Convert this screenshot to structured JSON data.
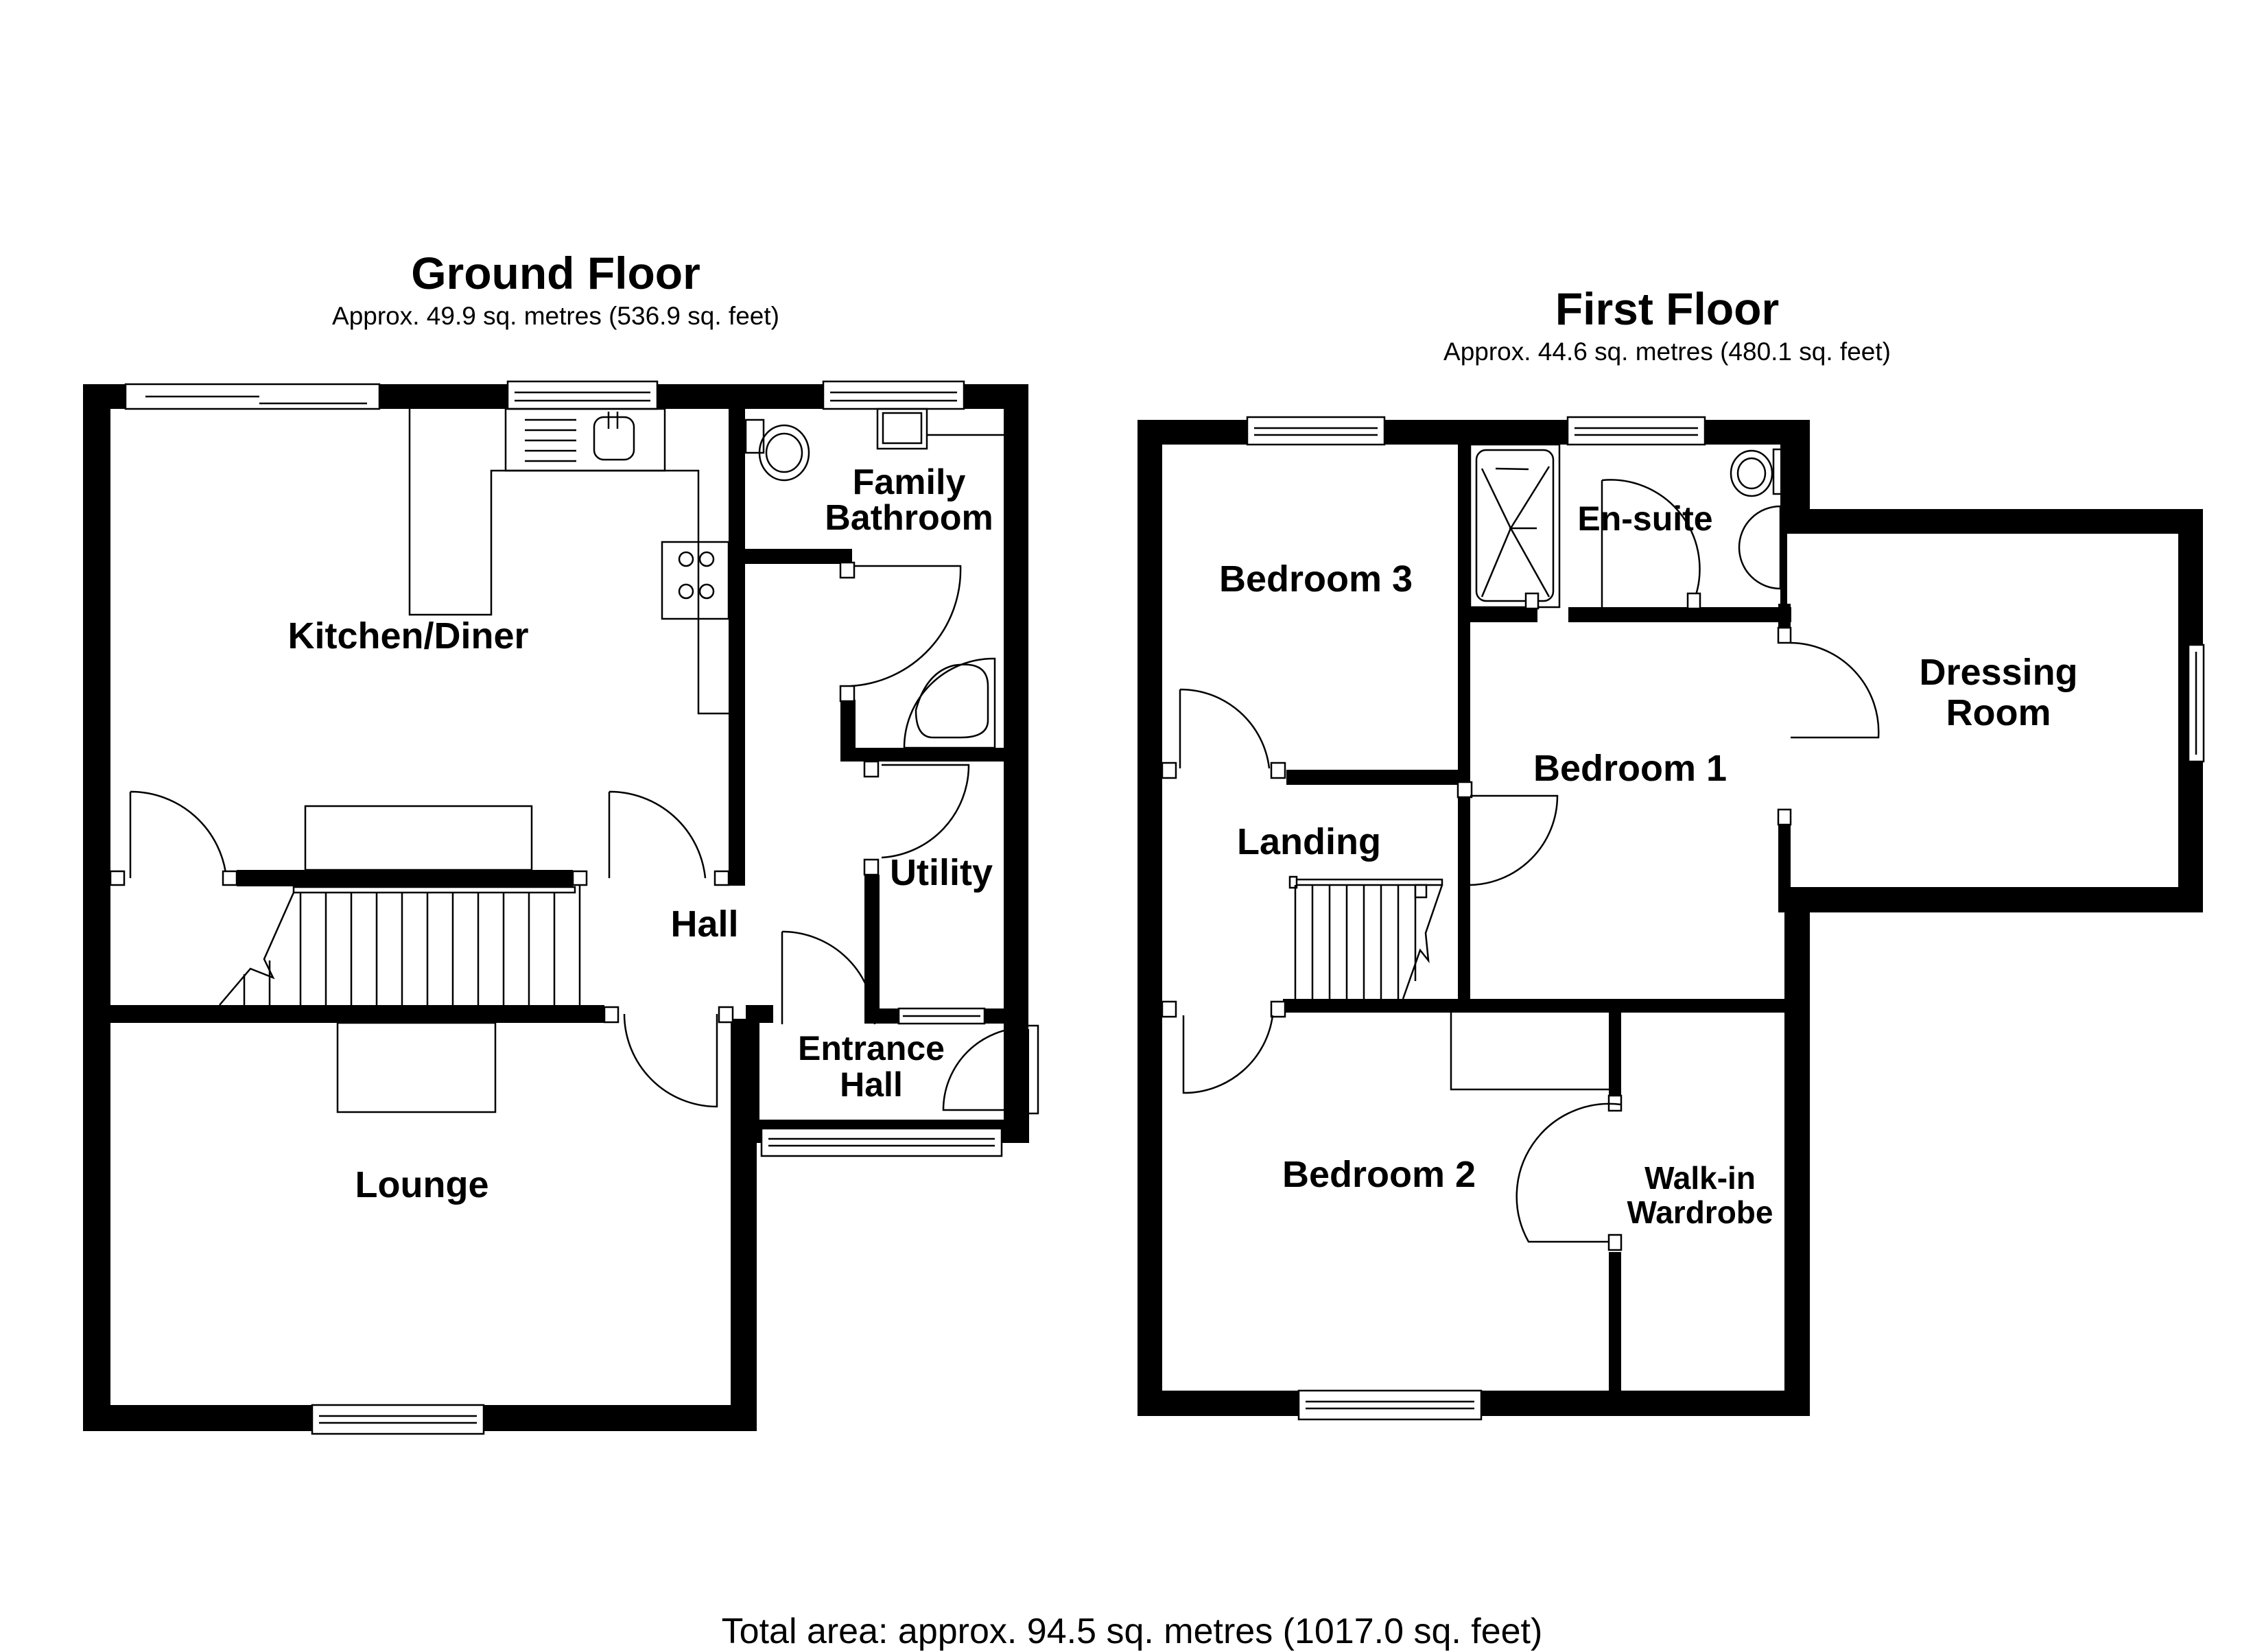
{
  "ground_floor": {
    "title": "Ground Floor",
    "area": "Approx. 49.9 sq. metres (536.9 sq. feet)",
    "rooms": [
      {
        "name": "Kitchen/Diner"
      },
      {
        "name": "Family"
      },
      {
        "name": "Bathroom"
      },
      {
        "name": "Utility"
      },
      {
        "name": "Hall"
      },
      {
        "name": "Entrance"
      },
      {
        "name": "Hall"
      },
      {
        "name": "Lounge"
      }
    ]
  },
  "first_floor": {
    "title": "First Floor",
    "area": "Approx. 44.6 sq. metres (480.1 sq. feet)",
    "rooms": [
      {
        "name": "Bedroom 3"
      },
      {
        "name": "En-suite"
      },
      {
        "name": "Dressing"
      },
      {
        "name": "Room"
      },
      {
        "name": "Bedroom 1"
      },
      {
        "name": "Landing"
      },
      {
        "name": "Bedroom 2"
      },
      {
        "name": "Walk-in"
      },
      {
        "name": "Wardrobe"
      }
    ]
  },
  "total": "Total area: approx. 94.5 sq. metres (1017.0 sq. feet)",
  "colors": {
    "wall": "#000000",
    "background": "#ffffff"
  }
}
